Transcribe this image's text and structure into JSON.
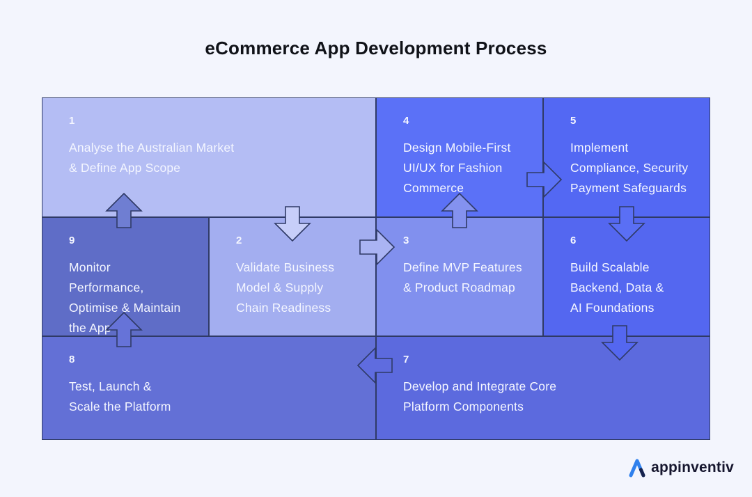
{
  "title": "eCommerce App Development Process",
  "colors": {
    "page_bg": "#f3f5fd",
    "box_border": "#2f3a66",
    "step_text": "#f4f6ff",
    "title_text": "#101218",
    "logo_blue": "#2f80ed",
    "logo_text_color": "#16162e"
  },
  "diagram": {
    "boxes": [
      {
        "number": "1",
        "text": "Analyse the Australian Market\n& Define App Scope",
        "color": "#b4bdf4"
      },
      {
        "number": "2",
        "text": "Validate Business\nModel & Supply\nChain Readiness",
        "color": "#a3aef0"
      },
      {
        "number": "3",
        "text": "Define MVP Features\n& Product Roadmap",
        "color": "#8190ee"
      },
      {
        "number": "4",
        "text": "Design Mobile-First\nUI/UX for Fashion\nCommerce",
        "color": "#5b71f7"
      },
      {
        "number": "5",
        "text": "Implement\nCompliance, Security\nPayment Safeguards",
        "color": "#5368f3"
      },
      {
        "number": "6",
        "text": "Build Scalable\nBackend, Data &\nAI Foundations",
        "color": "#5467f0"
      },
      {
        "number": "7",
        "text": "Develop and Integrate Core\nPlatform Components",
        "color": "#5c6ade"
      },
      {
        "number": "8",
        "text": "Test, Launch &\nScale the Platform",
        "color": "#6370d6"
      },
      {
        "number": "9",
        "text": "Monitor Performance,\nOptimise & Maintain\nthe App",
        "color": "#5f6dc7"
      }
    ],
    "arrows": [
      {
        "from": "1",
        "to": "2",
        "direction": "down"
      },
      {
        "from": "2",
        "to": "3",
        "direction": "right"
      },
      {
        "from": "3",
        "to": "4",
        "direction": "up"
      },
      {
        "from": "4",
        "to": "5",
        "direction": "right"
      },
      {
        "from": "5",
        "to": "6",
        "direction": "down"
      },
      {
        "from": "6",
        "to": "7",
        "direction": "down"
      },
      {
        "from": "7",
        "to": "8",
        "direction": "left"
      },
      {
        "from": "8",
        "to": "9",
        "direction": "up"
      },
      {
        "from": "9",
        "to": "1",
        "direction": "up"
      }
    ]
  },
  "footer": {
    "logo_text": "appinventiv"
  }
}
